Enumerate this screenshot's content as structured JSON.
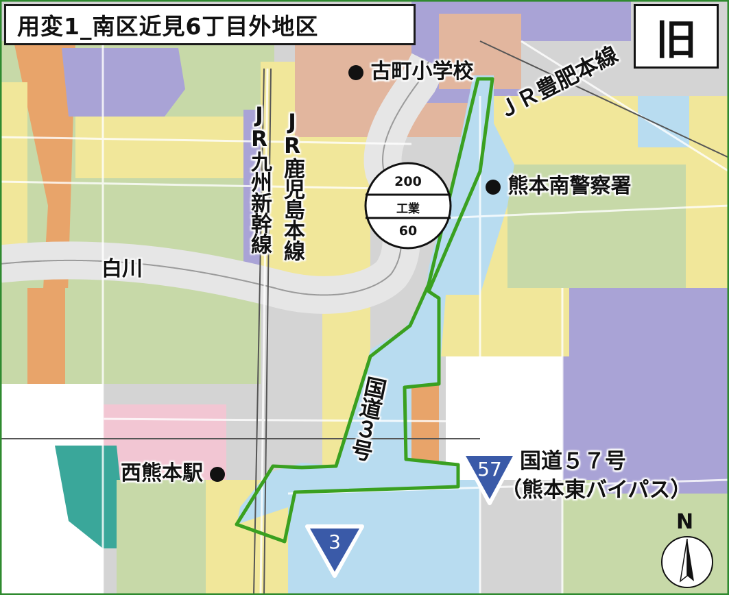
{
  "title": "用変1_南区近見6丁目外地区",
  "period_badge": "旧",
  "labels": {
    "school": "古町小学校",
    "police": "熊本南警察署",
    "station": "西熊本駅",
    "jr_hohi": "ＪＲ豊肥本線",
    "jr_shinkansen": "JR九州新幹線",
    "jr_kagoshima": "JR鹿児島本線",
    "river": "白川",
    "route3": "国道３号",
    "route57_line1": "国道５７号",
    "route57_line2": "（熊本東バイパス）",
    "north": "N"
  },
  "zoning_circle": {
    "floor_area_ratio": "200",
    "zone_type": "工業",
    "building_coverage": "60"
  },
  "route_shields": {
    "route57": "57",
    "route3": "3"
  },
  "colors": {
    "boundary": "#3aa020",
    "industrial_zone": "#b8dcf0",
    "residential_green": "#c7d9a8",
    "commercial_purple": "#a9a3d6",
    "neighborhood_yellow": "#f1e79a",
    "commercial_orange": "#e8a46a",
    "teal_zone": "#3aa79a",
    "pink_zone": "#f2c6d3",
    "shield_blue": "#3a5aa8"
  }
}
